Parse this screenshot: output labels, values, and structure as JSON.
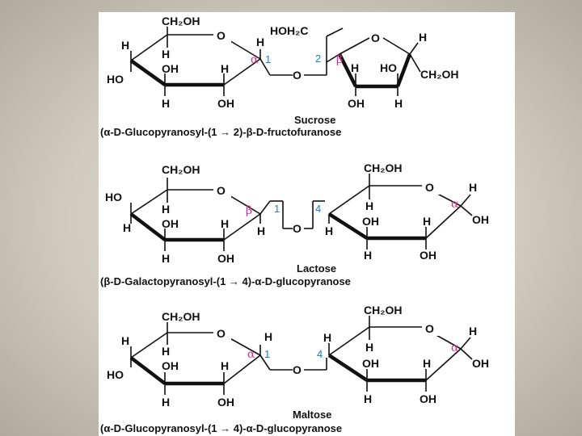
{
  "atoms": {
    "ch2oh": "CH₂OH",
    "hoh2c": "HOH₂C",
    "o": "O",
    "h": "H",
    "oh": "OH",
    "ho": "HO"
  },
  "greek": {
    "alpha": "α",
    "beta": "β"
  },
  "positions": {
    "p1": "1",
    "p2": "2",
    "p4": "4"
  },
  "sucrose": {
    "name": "Sucrose",
    "systematic": "(α-D-Glucopyranosyl-(1 → 2)-β-D-fructofuranose"
  },
  "lactose": {
    "name": "Lactose",
    "systematic": "(β-D-Galactopyranosyl-(1 → 4)-α-D-glucopyranose"
  },
  "maltose": {
    "name": "Maltose",
    "systematic": "(α-D-Glucopyranosyl-(1 → 4)-α-D-glucopyranose"
  },
  "colors": {
    "anomer": "#e0288a",
    "position_number": "#1b7fc4",
    "background": "#cfccbd"
  }
}
